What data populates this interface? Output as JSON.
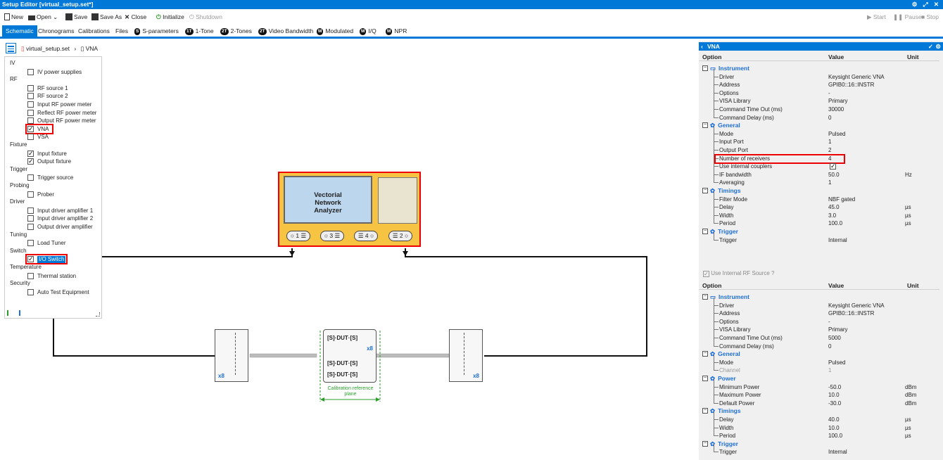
{
  "window": {
    "title": "Setup Editor [virtual_setup.set*]"
  },
  "toolbar": {
    "new": "New",
    "open": "Open",
    "save": "Save",
    "save_as": "Save As",
    "close": "Close",
    "initialize": "Initialize",
    "shutdown": "Shutdown",
    "start": "Start",
    "pause": "Pause",
    "stop": "Stop"
  },
  "tabs": [
    {
      "label": "Schematic"
    },
    {
      "label": "Chronograms"
    },
    {
      "label": "Calibrations"
    },
    {
      "label": "Files"
    },
    {
      "badge": "S",
      "label": "S-parameters"
    },
    {
      "badge": "1T",
      "label": "1-Tone"
    },
    {
      "badge": "2T",
      "label": "2-Tones"
    },
    {
      "badge": "2T",
      "label": "Video Bandwidth"
    },
    {
      "badge": "M",
      "label": "Modulated"
    },
    {
      "badge": "M",
      "label": "I/Q"
    },
    {
      "badge": "M",
      "label": "NPR"
    }
  ],
  "breadcrumb": {
    "file": "virtual_setup.set",
    "page": "VNA"
  },
  "tree": {
    "groups": [
      "IV",
      "RF",
      "Fixture",
      "Trigger",
      "Probing",
      "Driver",
      "Tuning",
      "Switch",
      "Temperature",
      "Security"
    ],
    "items": [
      "IV power supplies",
      "RF source 1",
      "RF source 2",
      "Input RF power meter",
      "Reflect RF power meter",
      "Output RF power meter",
      "VNA",
      "VSA",
      "Input fixture",
      "Output fixture",
      "Trigger source",
      "Prober",
      "Input driver amplifier 1",
      "Input driver amplifier 2",
      "Output driver amplifier",
      "Load Tuner",
      "I/O Switch",
      "Thermal station",
      "Auto Test Equipment"
    ],
    "checked": [
      false,
      false,
      false,
      false,
      false,
      false,
      true,
      false,
      true,
      true,
      false,
      false,
      false,
      false,
      false,
      false,
      true,
      false,
      false
    ]
  },
  "schematic": {
    "vna_label": "Vectorial Network Analyzer",
    "ports": [
      "1",
      "3",
      "4",
      "2"
    ],
    "multiplier": "x8",
    "dut_labels": {
      "s": "[S]",
      "dut": "DUT"
    },
    "cal_plane": "Calibration reference plane"
  },
  "panel": {
    "title": "VNA",
    "headers": {
      "option": "Option",
      "value": "Value",
      "unit": "Unit"
    },
    "use_internal_rf": "Use Internal RF Source ?",
    "top": {
      "instrument": {
        "title": "Instrument",
        "rows": [
          {
            "o": "Driver",
            "v": "Keysight Generic VNA",
            "u": ""
          },
          {
            "o": "Address",
            "v": "GPIB0::16::INSTR",
            "u": ""
          },
          {
            "o": "Options",
            "v": "-",
            "u": ""
          },
          {
            "o": "VISA Library",
            "v": "Primary",
            "u": ""
          },
          {
            "o": "Command Time Out (ms)",
            "v": "30000",
            "u": ""
          },
          {
            "o": "Command Delay (ms)",
            "v": "0",
            "u": ""
          }
        ]
      },
      "general": {
        "title": "General",
        "rows": [
          {
            "o": "Mode",
            "v": "Pulsed",
            "u": ""
          },
          {
            "o": "Input Port",
            "v": "1",
            "u": ""
          },
          {
            "o": "Output Port",
            "v": "2",
            "u": ""
          },
          {
            "o": "Number of receivers",
            "v": "4",
            "u": ""
          },
          {
            "o": "Use internal couplers",
            "v": "",
            "u": ""
          },
          {
            "o": "IF bandwidth",
            "v": "50.0",
            "u": "Hz"
          },
          {
            "o": "Averaging",
            "v": "1",
            "u": ""
          }
        ]
      },
      "timings": {
        "title": "Timings",
        "rows": [
          {
            "o": "Filter Mode",
            "v": "NBF gated",
            "u": ""
          },
          {
            "o": "Delay",
            "v": "45.0",
            "u": "µs"
          },
          {
            "o": "Width",
            "v": "3.0",
            "u": "µs"
          },
          {
            "o": "Period",
            "v": "100.0",
            "u": "µs"
          }
        ]
      },
      "trigger": {
        "title": "Trigger",
        "rows": [
          {
            "o": "Trigger",
            "v": "Internal",
            "u": ""
          }
        ]
      }
    },
    "bottom": {
      "instrument": {
        "title": "Instrument",
        "rows": [
          {
            "o": "Driver",
            "v": "Keysight Generic VNA",
            "u": ""
          },
          {
            "o": "Address",
            "v": "GPIB0::16::INSTR",
            "u": ""
          },
          {
            "o": "Options",
            "v": "-",
            "u": ""
          },
          {
            "o": "VISA Library",
            "v": "Primary",
            "u": ""
          },
          {
            "o": "Command Time Out (ms)",
            "v": "5000",
            "u": ""
          },
          {
            "o": "Command Delay (ms)",
            "v": "0",
            "u": ""
          }
        ]
      },
      "general": {
        "title": "General",
        "rows": [
          {
            "o": "Mode",
            "v": "Pulsed",
            "u": ""
          },
          {
            "o": "Channel",
            "v": "1",
            "u": ""
          }
        ]
      },
      "power": {
        "title": "Power",
        "rows": [
          {
            "o": "Minimum Power",
            "v": "-50.0",
            "u": "dBm"
          },
          {
            "o": "Maximum Power",
            "v": "10.0",
            "u": "dBm"
          },
          {
            "o": "Default Power",
            "v": "-30.0",
            "u": "dBm"
          }
        ]
      },
      "timings": {
        "title": "Timings",
        "rows": [
          {
            "o": "Delay",
            "v": "40.0",
            "u": "µs"
          },
          {
            "o": "Width",
            "v": "10.0",
            "u": "µs"
          },
          {
            "o": "Period",
            "v": "100.0",
            "u": "µs"
          }
        ]
      },
      "trigger": {
        "title": "Trigger",
        "rows": [
          {
            "o": "Trigger",
            "v": "Internal",
            "u": ""
          }
        ]
      }
    }
  }
}
